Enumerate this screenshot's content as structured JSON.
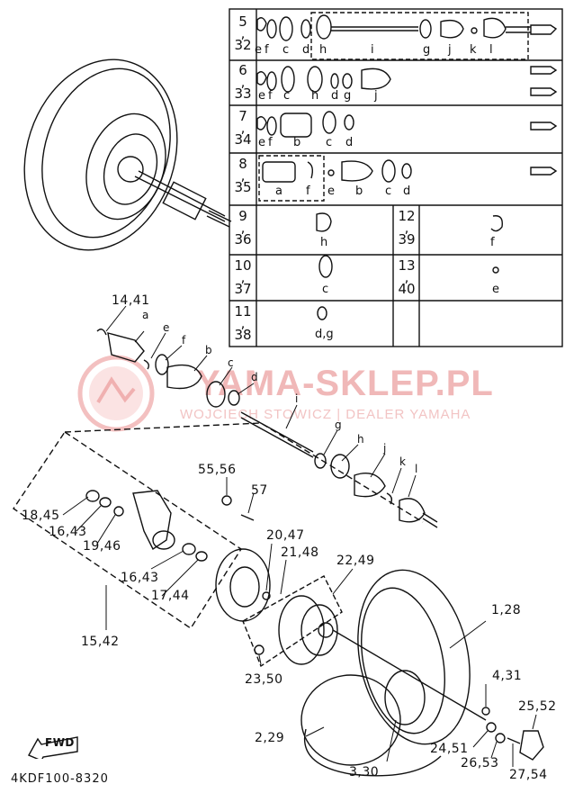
{
  "watermark": {
    "brand": "YAMA-SKLEP.PL",
    "subline": "WOJCIECH STOWICZ | DEALER YAMAHA"
  },
  "diagram_code": "4KDF100-8320",
  "fwd_label": "FWD",
  "table": {
    "rows": [
      {
        "top": "5",
        "bottom": "32",
        "letters": [
          "e",
          "f",
          "c",
          "d",
          "h",
          "i",
          "g",
          "j",
          "k",
          "l"
        ]
      },
      {
        "top": "6",
        "bottom": "33",
        "letters": [
          "e",
          "f",
          "c",
          "h",
          "d",
          "g",
          "j"
        ]
      },
      {
        "top": "7",
        "bottom": "34",
        "letters": [
          "e",
          "f",
          "b",
          "c",
          "d"
        ]
      },
      {
        "top": "8",
        "bottom": "35",
        "letters": [
          "a",
          "f",
          "e",
          "b",
          "c",
          "d"
        ]
      }
    ],
    "singles": [
      {
        "top": "9",
        "bottom": "36",
        "letter": "h"
      },
      {
        "top": "12",
        "bottom": "39",
        "letter": "f"
      },
      {
        "top": "10",
        "bottom": "37",
        "letter": "c"
      },
      {
        "top": "13",
        "bottom": "40",
        "letter": "e"
      },
      {
        "top": "11",
        "bottom": "38",
        "letter": "d,g"
      }
    ]
  },
  "callouts": {
    "c14_41": "14,41",
    "a": "a",
    "e": "e",
    "f": "f",
    "b": "b",
    "c": "c",
    "d": "d",
    "i": "i",
    "g": "g",
    "h": "h",
    "j": "j",
    "k": "k",
    "l": "l",
    "c55_56": "55,56",
    "c57": "57",
    "c18_45": "18,45",
    "c16_43a": "16,43",
    "c19_46": "19,46",
    "c16_43b": "16,43",
    "c17_44": "17,44",
    "c15_42": "15,42",
    "c20_47": "20,47",
    "c21_48": "21,48",
    "c22_49": "22,49",
    "c1_28": "1,28",
    "c23_50": "23,50",
    "c4_31": "4,31",
    "c25_52": "25,52",
    "c2_29": "2,29",
    "c24_51": "24,51",
    "c26_53": "26,53",
    "c27_54": "27,54",
    "c3_30": "3,30"
  }
}
